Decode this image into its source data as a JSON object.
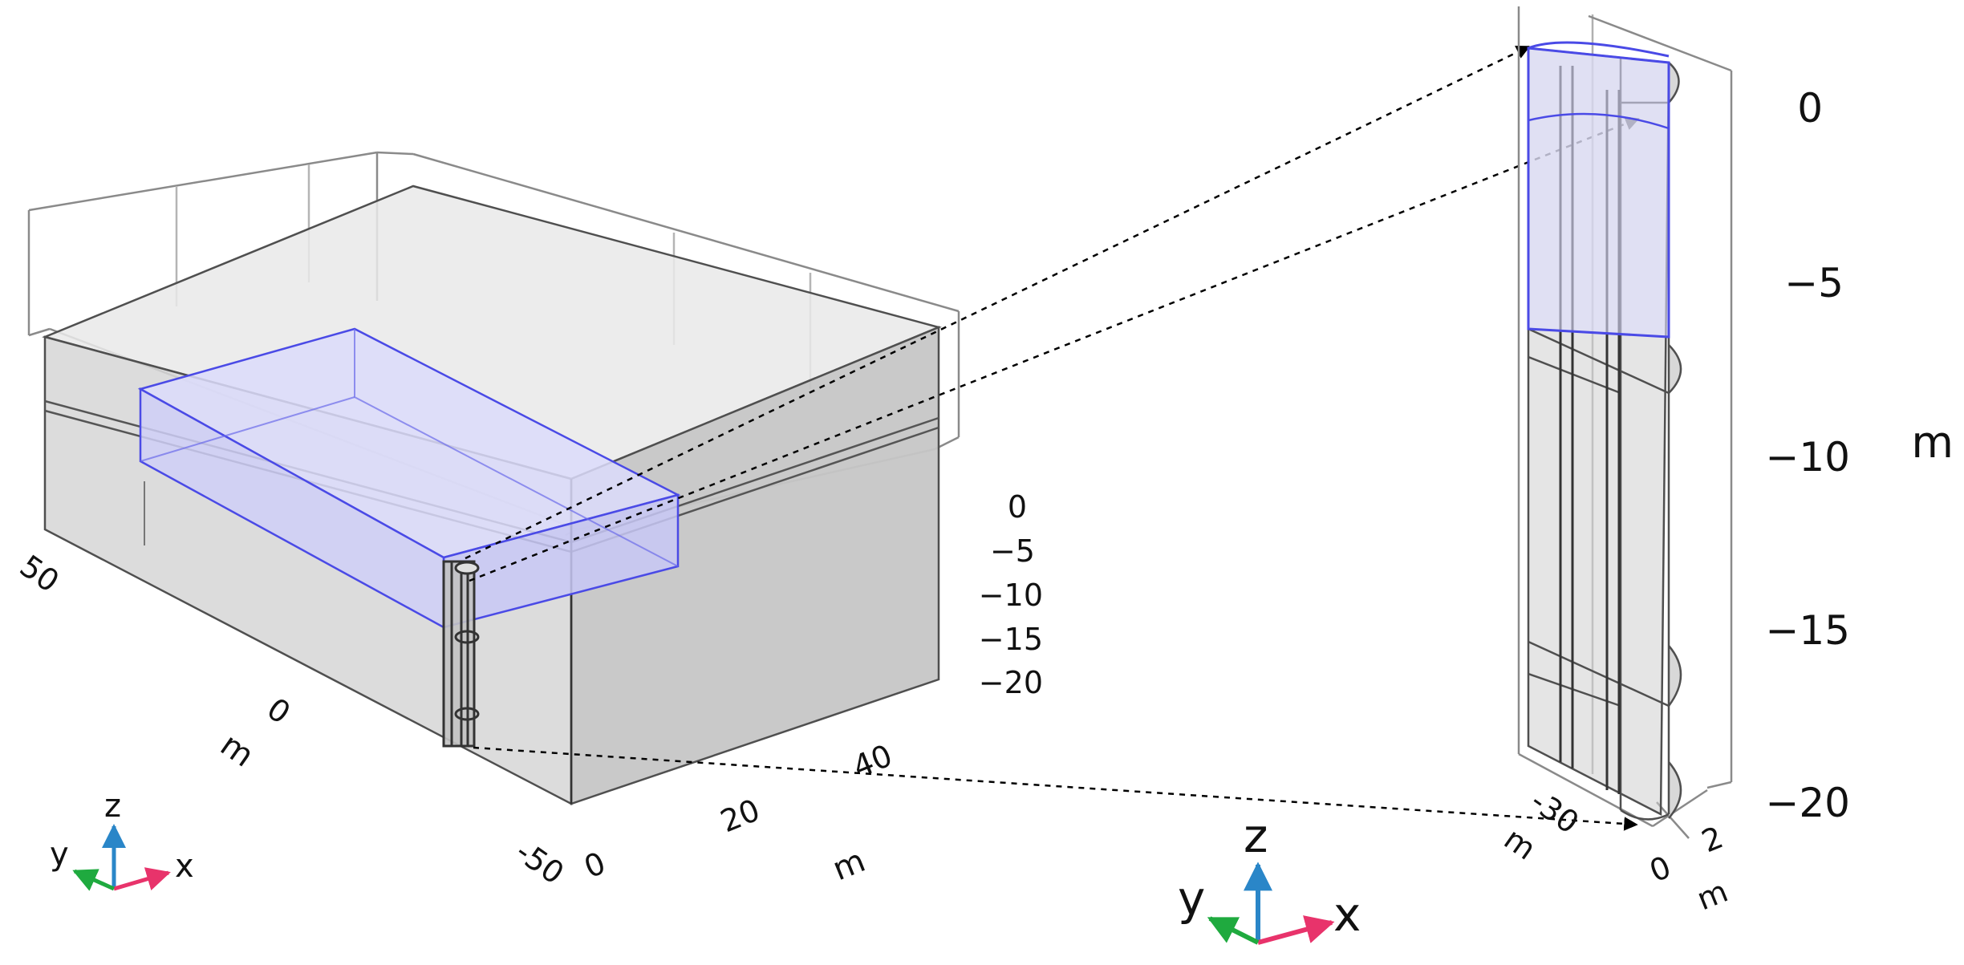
{
  "left_view": {
    "axis_unit": "m",
    "y_ticks": [
      "50",
      "0",
      "-50"
    ],
    "x_ticks": [
      "0",
      "20",
      "40"
    ],
    "z_ticks": [
      "0",
      "−5",
      "−10",
      "−15",
      "−20"
    ]
  },
  "right_view": {
    "axis_unit": "m",
    "z_ticks": [
      "0",
      "−5",
      "−10",
      "−15",
      "−20"
    ],
    "y_ticks": [
      "-30"
    ],
    "x_ticks": [
      "0",
      "2"
    ]
  },
  "axis_triad": {
    "x": "x",
    "y": "y",
    "z": "z"
  },
  "axis_triad_large": {
    "x": "x",
    "y": "y",
    "z": "z"
  },
  "colors": {
    "excavation_outline": "#4a4ae6",
    "excavation_fill": "#dcdcfb",
    "soil_fill": "#c9c9c9",
    "frame": "#8a8a8a",
    "axis_x": "#e8336b",
    "axis_y": "#1faa3f",
    "axis_z": "#2a86c8"
  }
}
